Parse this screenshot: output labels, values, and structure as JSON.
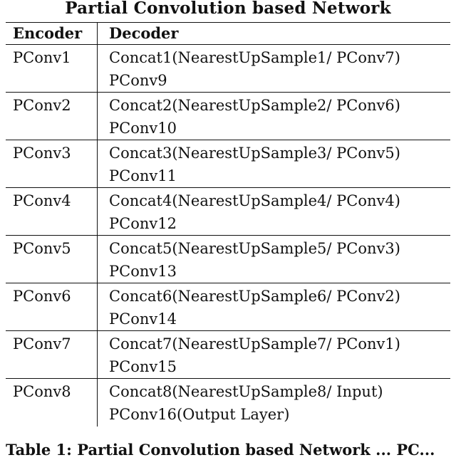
{
  "title": "Partial Convolution based Network",
  "headers": {
    "encoder": "Encoder",
    "decoder": "Decoder"
  },
  "rows": [
    {
      "encoder": "PConv1",
      "decoder_line1": "Concat1(NearestUpSample1/ PConv7)",
      "decoder_line2": "PConv9"
    },
    {
      "encoder": "PConv2",
      "decoder_line1": "Concat2(NearestUpSample2/ PConv6)",
      "decoder_line2": "PConv10"
    },
    {
      "encoder": "PConv3",
      "decoder_line1": "Concat3(NearestUpSample3/ PConv5)",
      "decoder_line2": "PConv11"
    },
    {
      "encoder": "PConv4",
      "decoder_line1": "Concat4(NearestUpSample4/ PConv4)",
      "decoder_line2": "PConv12"
    },
    {
      "encoder": "PConv5",
      "decoder_line1": "Concat5(NearestUpSample5/ PConv3)",
      "decoder_line2": "PConv13"
    },
    {
      "encoder": "PConv6",
      "decoder_line1": "Concat6(NearestUpSample6/ PConv2)",
      "decoder_line2": "PConv14"
    },
    {
      "encoder": "PConv7",
      "decoder_line1": "Concat7(NearestUpSample7/ PConv1)",
      "decoder_line2": "PConv15"
    },
    {
      "encoder": "PConv8",
      "decoder_line1": "Concat8(NearestUpSample8/ Input)",
      "decoder_line2": "PConv16(Output Layer)"
    }
  ],
  "caption_partial": "Table 1: Partial Convolution based Network ... PC..."
}
